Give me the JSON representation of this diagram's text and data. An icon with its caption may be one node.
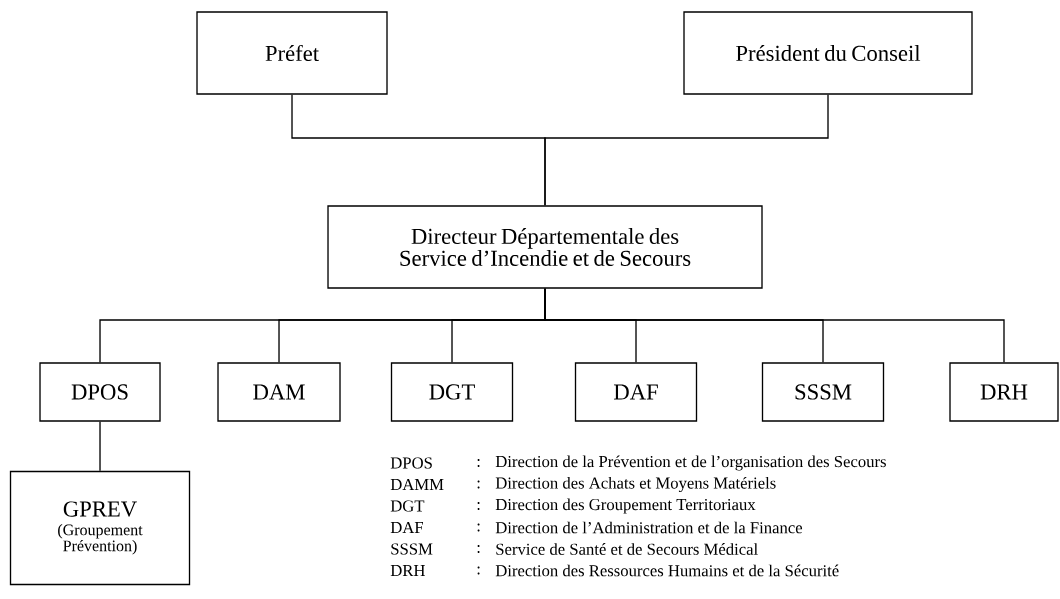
{
  "diagram": {
    "nodes": [
      {
        "text": [
          "Préfet"
        ]
      },
      {
        "text": [
          "Président du Conseil"
        ]
      },
      {
        "text": [
          "Directeur Départementale des Service d’Incendie et de Secours"
        ]
      },
      {
        "text": [
          "DPOS"
        ]
      },
      {
        "text": [
          "DAM"
        ]
      },
      {
        "text": [
          "DGT"
        ]
      },
      {
        "text": [
          "DAF"
        ]
      },
      {
        "text": [
          "SSSM"
        ]
      },
      {
        "text": [
          "DRH"
        ]
      },
      {
        "text": [
          "GPREV",
          "(Groupement Prévention)"
        ]
      }
    ],
    "edges": [
      {
        "from": 0,
        "to": 2,
        "arrow": "none"
      },
      {
        "from": 1,
        "to": 2,
        "arrow": "none"
      },
      {
        "from": 2,
        "to": 3,
        "arrow": "none"
      },
      {
        "from": 2,
        "to": 4,
        "arrow": "none"
      },
      {
        "from": 2,
        "to": 5,
        "arrow": "none"
      },
      {
        "from": 2,
        "to": 6,
        "arrow": "none"
      },
      {
        "from": 2,
        "to": 7,
        "arrow": "none"
      },
      {
        "from": 2,
        "to": 8,
        "arrow": "none"
      },
      {
        "from": 3,
        "to": 9,
        "arrow": "none"
      }
    ],
    "labels": [
      "DPOS",
      ":",
      "Direction de la Prévention et de l’organisation des Secours",
      "DAMM",
      ":",
      "Direction des Achats et Moyens Matériels",
      "DGT",
      ":",
      "Direction des Groupement Territoriaux",
      "DAF",
      ":",
      "Direction de l’Administration et de la Finance",
      "SSSM",
      ":",
      "Service de Santé et de Secours Médical",
      "DRH",
      ":",
      "Direction des Ressources Humains et de la Sécurité"
    ]
  }
}
